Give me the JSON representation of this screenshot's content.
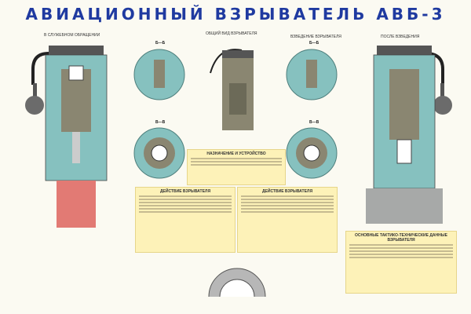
{
  "title": "АВИАЦИОННЫЙ ВЗРЫВАТЕЛЬ АВБ-3",
  "left_view_label": "В СЛУЖЕБНОМ ОБРАЩЕНИИ",
  "center_view_label": "ОБЩИЙ ВИД ВЗРЫВАТЕЛЯ",
  "middle_right_label": "ВЗВЕДЕНИЕ ВЗРЫВАТЕЛЯ",
  "right_view_label": "ПОСЛЕ ВЗВЕДЕНИЯ",
  "section_labels": {
    "top_left": "Б—Б",
    "bottom_left": "В—В",
    "top_right": "Б—Б",
    "bottom_right": "В—В"
  },
  "panels": {
    "center_title": "НАЗНАЧЕНИЕ И УСТРОЙСТВО",
    "left_title": "ДЕЙСТВИЕ ВЗРЫВАТЕЛЯ",
    "right_title": "ДЕЙСТВИЕ ВЗРЫВАТЕЛЯ"
  },
  "specs": {
    "title": "ОСНОВНЫЕ ТАКТИКО-ТЕХНИЧЕСКИЕ ДАННЫЕ ВЗРЫВАТЕЛЯ"
  },
  "colors": {
    "title": "#1f3aa0",
    "body_teal": "#86c1bf",
    "metal": "#8a8671",
    "red_charge": "#e27a74",
    "panel_yellow": "#fdf2b8"
  }
}
